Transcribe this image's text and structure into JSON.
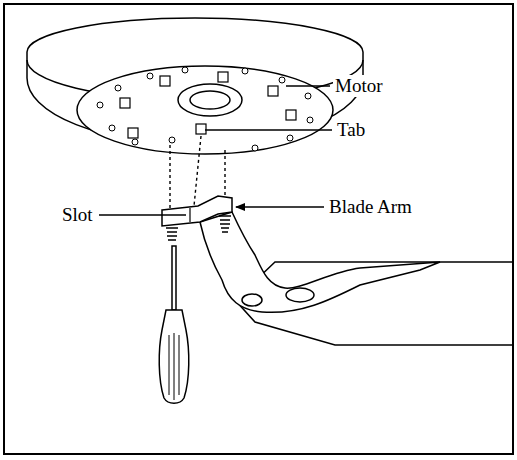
{
  "diagram": {
    "labels": [
      "Motor",
      "Tab",
      "Slot",
      "Blade Arm"
    ]
  }
}
